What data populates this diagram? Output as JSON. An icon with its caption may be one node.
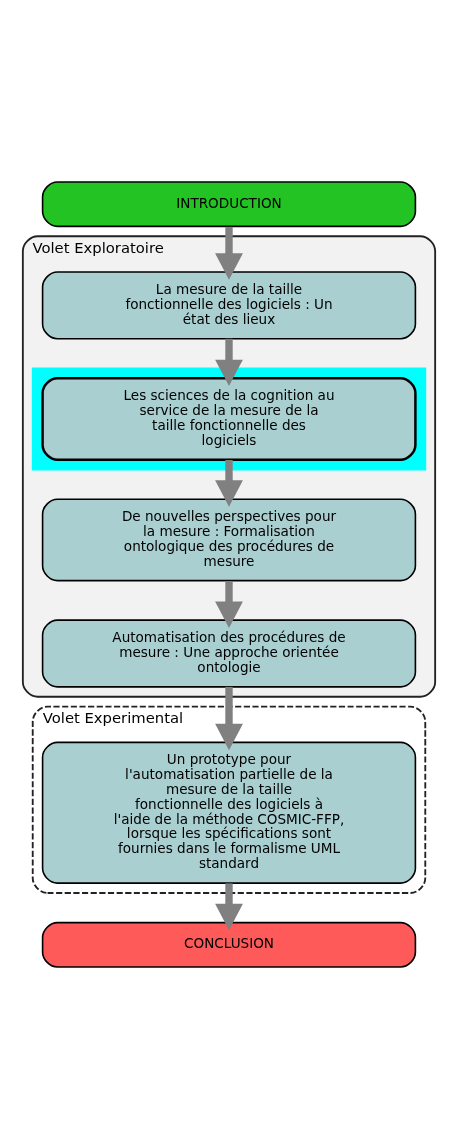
{
  "diagram": {
    "nodes": [
      {
        "text": [
          "INTRODUCTION"
        ]
      },
      {
        "text": [
          "Volet Exploratoire"
        ]
      },
      {
        "text": [
          "La mesure de la taille fonctionnelle des logiciels : Un état des lieux"
        ],
        "in": 1
      },
      {
        "text": [],
        "shape": "box",
        "in": 1
      },
      {
        "text": [
          "Les sciences de la cognition au service de la mesure de la taille fonctionnelle des logiciels"
        ],
        "in": 3
      },
      {
        "text": [
          "De nouvelles perspectives pour la mesure : Formalisation ontologique des procédures de mesure"
        ],
        "in": 1
      },
      {
        "text": [
          "Automatisation des procédures de mesure : Une approche orientée ontologie"
        ],
        "in": 1
      },
      {
        "text": [
          "Volet Experimental"
        ]
      },
      {
        "text": [
          "Un prototype pour l'automatisation partielle de la mesure de la taille fonctionnelle des logiciels à l'aide de la méthode COSMIC-FFP, lorsque les spécifications sont fournies dans le formalisme UML standard"
        ],
        "in": 7
      },
      {
        "text": [
          "CONCLUSION"
        ]
      }
    ],
    "edges": [
      {
        "from": 0,
        "to": 2,
        "arrow": "to"
      },
      {
        "from": 2,
        "to": 4,
        "arrow": "to"
      },
      {
        "from": 4,
        "to": 5,
        "arrow": "to"
      },
      {
        "from": 5,
        "to": 6,
        "arrow": "to"
      },
      {
        "from": 6,
        "to": 8,
        "arrow": "to"
      },
      {
        "from": 8,
        "to": 9,
        "arrow": "to"
      }
    ]
  }
}
